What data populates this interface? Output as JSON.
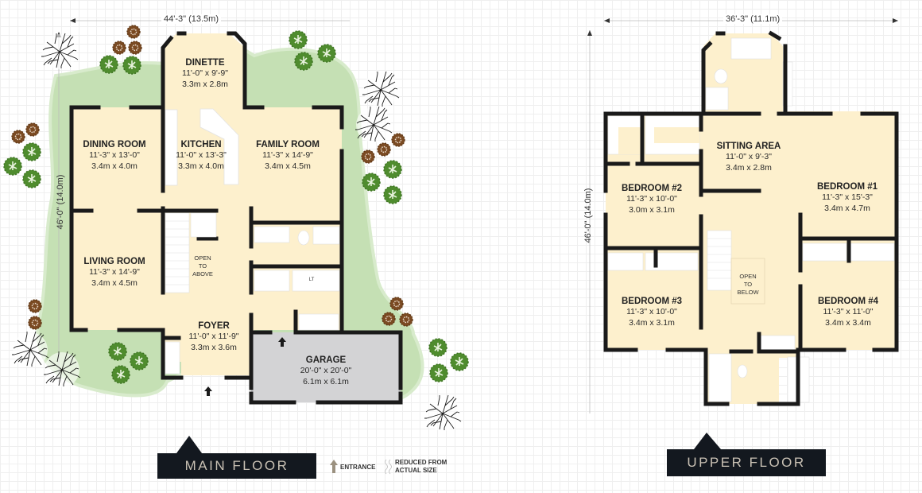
{
  "main_floor": {
    "title": "MAIN FLOOR",
    "width_dim": "44'-3\" (13.5m)",
    "depth_dim": "46'-0\" (14.0m)",
    "rooms": [
      {
        "name": "DINETTE",
        "imperial": "11'-0\" x 9'-9\"",
        "metric": "3.3m x 2.8m"
      },
      {
        "name": "DINING ROOM",
        "imperial": "11'-3\" x 13'-0\"",
        "metric": "3.4m x 4.0m"
      },
      {
        "name": "KITCHEN",
        "imperial": "11'-0\" x 13'-3\"",
        "metric": "3.3m x 4.0m"
      },
      {
        "name": "FAMILY ROOM",
        "imperial": "11'-3\" x 14'-9\"",
        "metric": "3.4m x 4.5m"
      },
      {
        "name": "LIVING ROOM",
        "imperial": "11'-3\" x 14'-9\"",
        "metric": "3.4m x 4.5m"
      },
      {
        "name": "FOYER",
        "imperial": "11'-0\" x 11'-9\"",
        "metric": "3.3m x 3.6m"
      },
      {
        "name": "GARAGE",
        "imperial": "20'-0\" x 20'-0\"",
        "metric": "6.1m x 6.1m"
      }
    ],
    "notes": {
      "open_above": "OPEN\nTO\nABOVE",
      "laundry": "LT"
    }
  },
  "upper_floor": {
    "title": "UPPER FLOOR",
    "width_dim": "36'-3\" (11.1m)",
    "depth_dim": "46'-0\" (14.0m)",
    "rooms": [
      {
        "name": "SITTING AREA",
        "imperial": "11'-0\" x 9'-3\"",
        "metric": "3.4m x 2.8m"
      },
      {
        "name": "BEDROOM #1",
        "imperial": "11'-3\" x 15'-3\"",
        "metric": "3.4m x 4.7m"
      },
      {
        "name": "BEDROOM #2",
        "imperial": "11'-3\" x 10'-0\"",
        "metric": "3.0m x 3.1m"
      },
      {
        "name": "BEDROOM #3",
        "imperial": "11'-3\" x 10'-0\"",
        "metric": "3.4m x 3.1m"
      },
      {
        "name": "BEDROOM #4",
        "imperial": "11'-3\" x 11'-0\"",
        "metric": "3.4m x 3.4m"
      }
    ],
    "notes": {
      "open_below": "OPEN\nTO\nBELOW"
    }
  },
  "legend": {
    "entrance": "ENTRANCE",
    "reduced_line1": "REDUCED FROM",
    "reduced_line2": "ACTUAL SIZE"
  },
  "colors": {
    "room_fill": "#fdf0cd",
    "wall": "#1a1a1a",
    "lawn": "#c5e0b4",
    "garage": "#d3d3d5",
    "banner": "#13181f",
    "banner_text": "#c9c1b4",
    "shrub_green": "#4f8c2e",
    "shrub_brown": "#7a4a22"
  }
}
